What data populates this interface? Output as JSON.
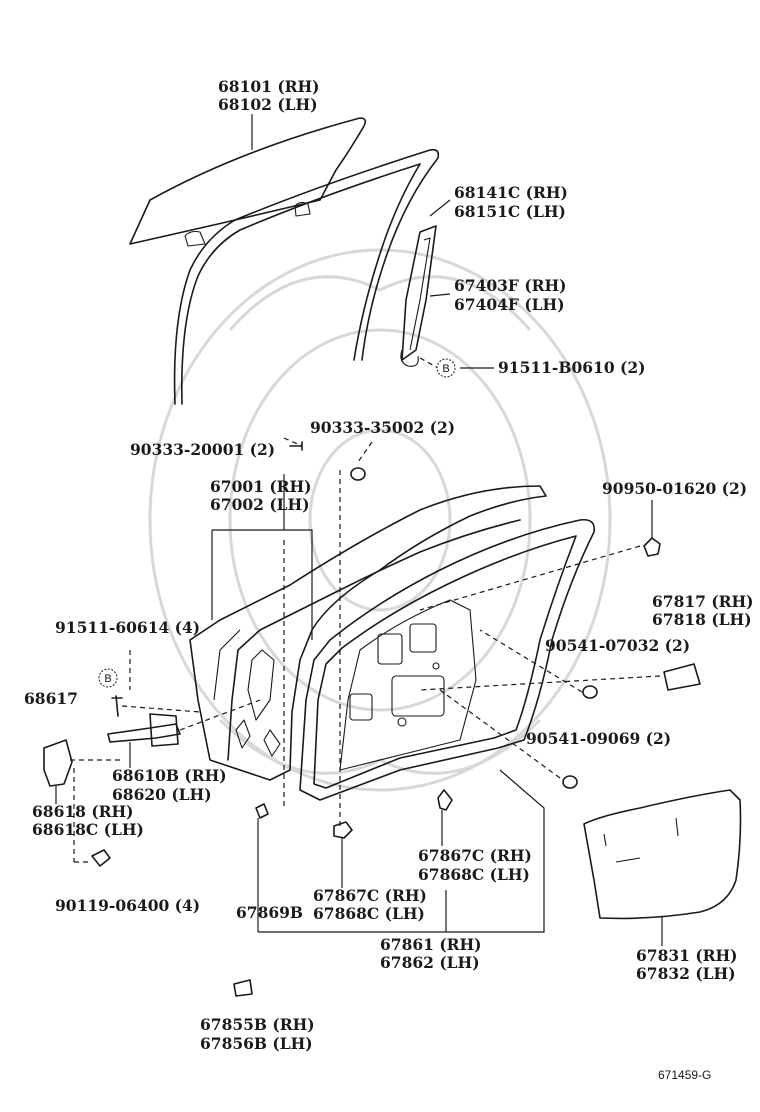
{
  "figure_code": "671459-G",
  "callout_marker": "B",
  "labels": {
    "glass": [
      "68101 (RH)",
      "68102 (LH)"
    ],
    "run_channel": [
      "68141C (RH)",
      "68151C (LH)"
    ],
    "division_bar": [
      "67403F (RH)",
      "67404F (LH)"
    ],
    "screw_b0610": "91511-B0610 (2)",
    "bolt_35002": "90333-35002 (2)",
    "bolt_20001": "90333-20001 (2)",
    "door_panel": [
      "67001 (RH)",
      "67002 (LH)"
    ],
    "clip_01620": "90950-01620 (2)",
    "bolt_60614": "91511-60614 (4)",
    "seal_pad": [
      "67817 (RH)",
      "67818 (LH)"
    ],
    "cushion_07032": "90541-07032 (2)",
    "part_68617": "68617",
    "cushion_09069": "90541-09069 (2)",
    "check_assy": [
      "68610B (RH)",
      "68620 (LH)"
    ],
    "hinge": [
      "68618 (RH)",
      "68618C (LH)"
    ],
    "clip_67867_upper": [
      "67867C (RH)",
      "67868C (LH)"
    ],
    "bolt_06400": "90119-06400 (4)",
    "clip_67867_lower": [
      "67867C (RH)",
      "67868C (LH)"
    ],
    "part_67869b": "67869B",
    "weatherstrip": [
      "67861 (RH)",
      "67862 (LH)"
    ],
    "service_hole_cover": [
      "67831 (RH)",
      "67832 (LH)"
    ],
    "weatherstrip_clip": [
      "67855B (RH)",
      "67856B (LH)"
    ]
  }
}
